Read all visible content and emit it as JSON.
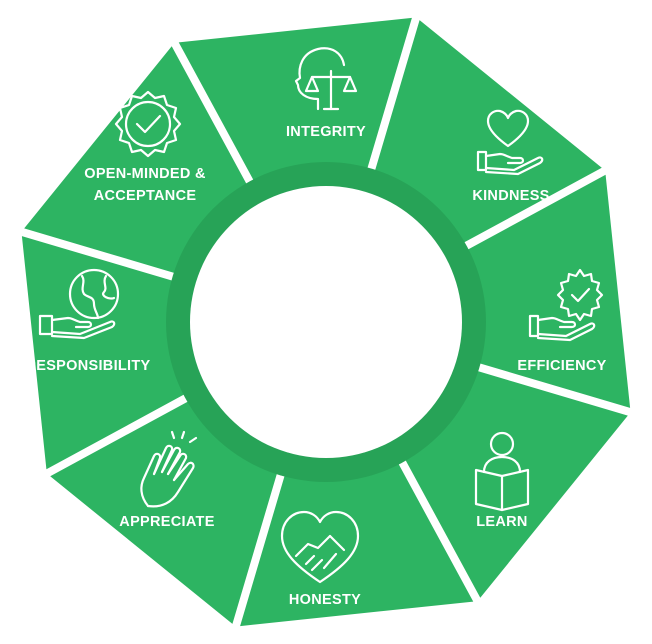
{
  "colors": {
    "segment": "#2db462",
    "inner_ring": "#27a357",
    "center": "#ffffff",
    "icon": "#ffffff"
  },
  "segments": [
    {
      "label": "INTEGRITY",
      "icon": "head-with-scales-icon"
    },
    {
      "label": "KINDNESS",
      "icon": "heart-in-hand-icon"
    },
    {
      "label": "EFFICIENCY",
      "icon": "gear-checkmark-hand-icon"
    },
    {
      "label": "LEARN",
      "icon": "person-reading-book-icon"
    },
    {
      "label": "HONESTY",
      "icon": "handshake-heart-icon"
    },
    {
      "label": "APPRECIATE",
      "icon": "clapping-hands-icon"
    },
    {
      "label": "RESPONSIBILITY",
      "icon": "globe-in-hand-icon"
    },
    {
      "label": [
        "OPEN-MINDED &",
        "ACCEPTANCE"
      ],
      "icon": "badge-checkmark-icon"
    }
  ]
}
